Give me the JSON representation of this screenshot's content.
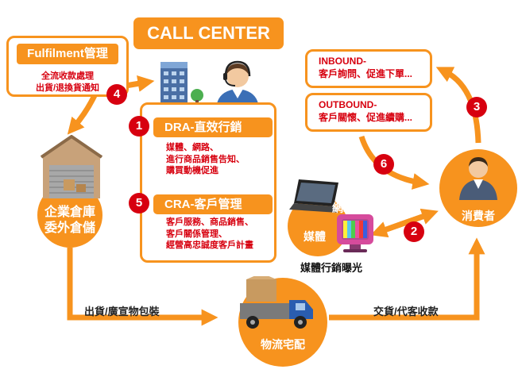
{
  "header": "CALL CENTER",
  "fulfilment": {
    "title": "Fulfilment管理",
    "line1": "全流收款處理",
    "line2": "出貨/退換貨通知"
  },
  "inbound": {
    "title": "INBOUND-",
    "desc": "客戶詢問、促進下單..."
  },
  "outbound": {
    "title": "OUTBOUND-",
    "desc": "客戶關懷、促進續購..."
  },
  "dra": {
    "title": "DRA-直效行銷",
    "lines": [
      "媒體、網路、",
      "進行商品銷售告知、",
      "購買動機促進"
    ]
  },
  "cra": {
    "title": "CRA-客戶管理",
    "lines": [
      "客戶服務、商品銷售、",
      "客戶關係管理、",
      "經營高忠誠度客戶計畫"
    ]
  },
  "warehouse": {
    "line1": "企業倉庫",
    "line2": "委外倉儲"
  },
  "consumer": "消費者",
  "delivery": "物流宅配",
  "media": {
    "web": "網站",
    "media": "媒體",
    "caption": "媒體行銷曝光"
  },
  "flows": {
    "ship_pack": "出貨/廣宣物包裝",
    "deliver_collect": "交貨/代客收款"
  },
  "steps": [
    "1",
    "2",
    "3",
    "4",
    "5",
    "6"
  ],
  "colors": {
    "accent": "#f7931e",
    "step": "#d7000f"
  }
}
